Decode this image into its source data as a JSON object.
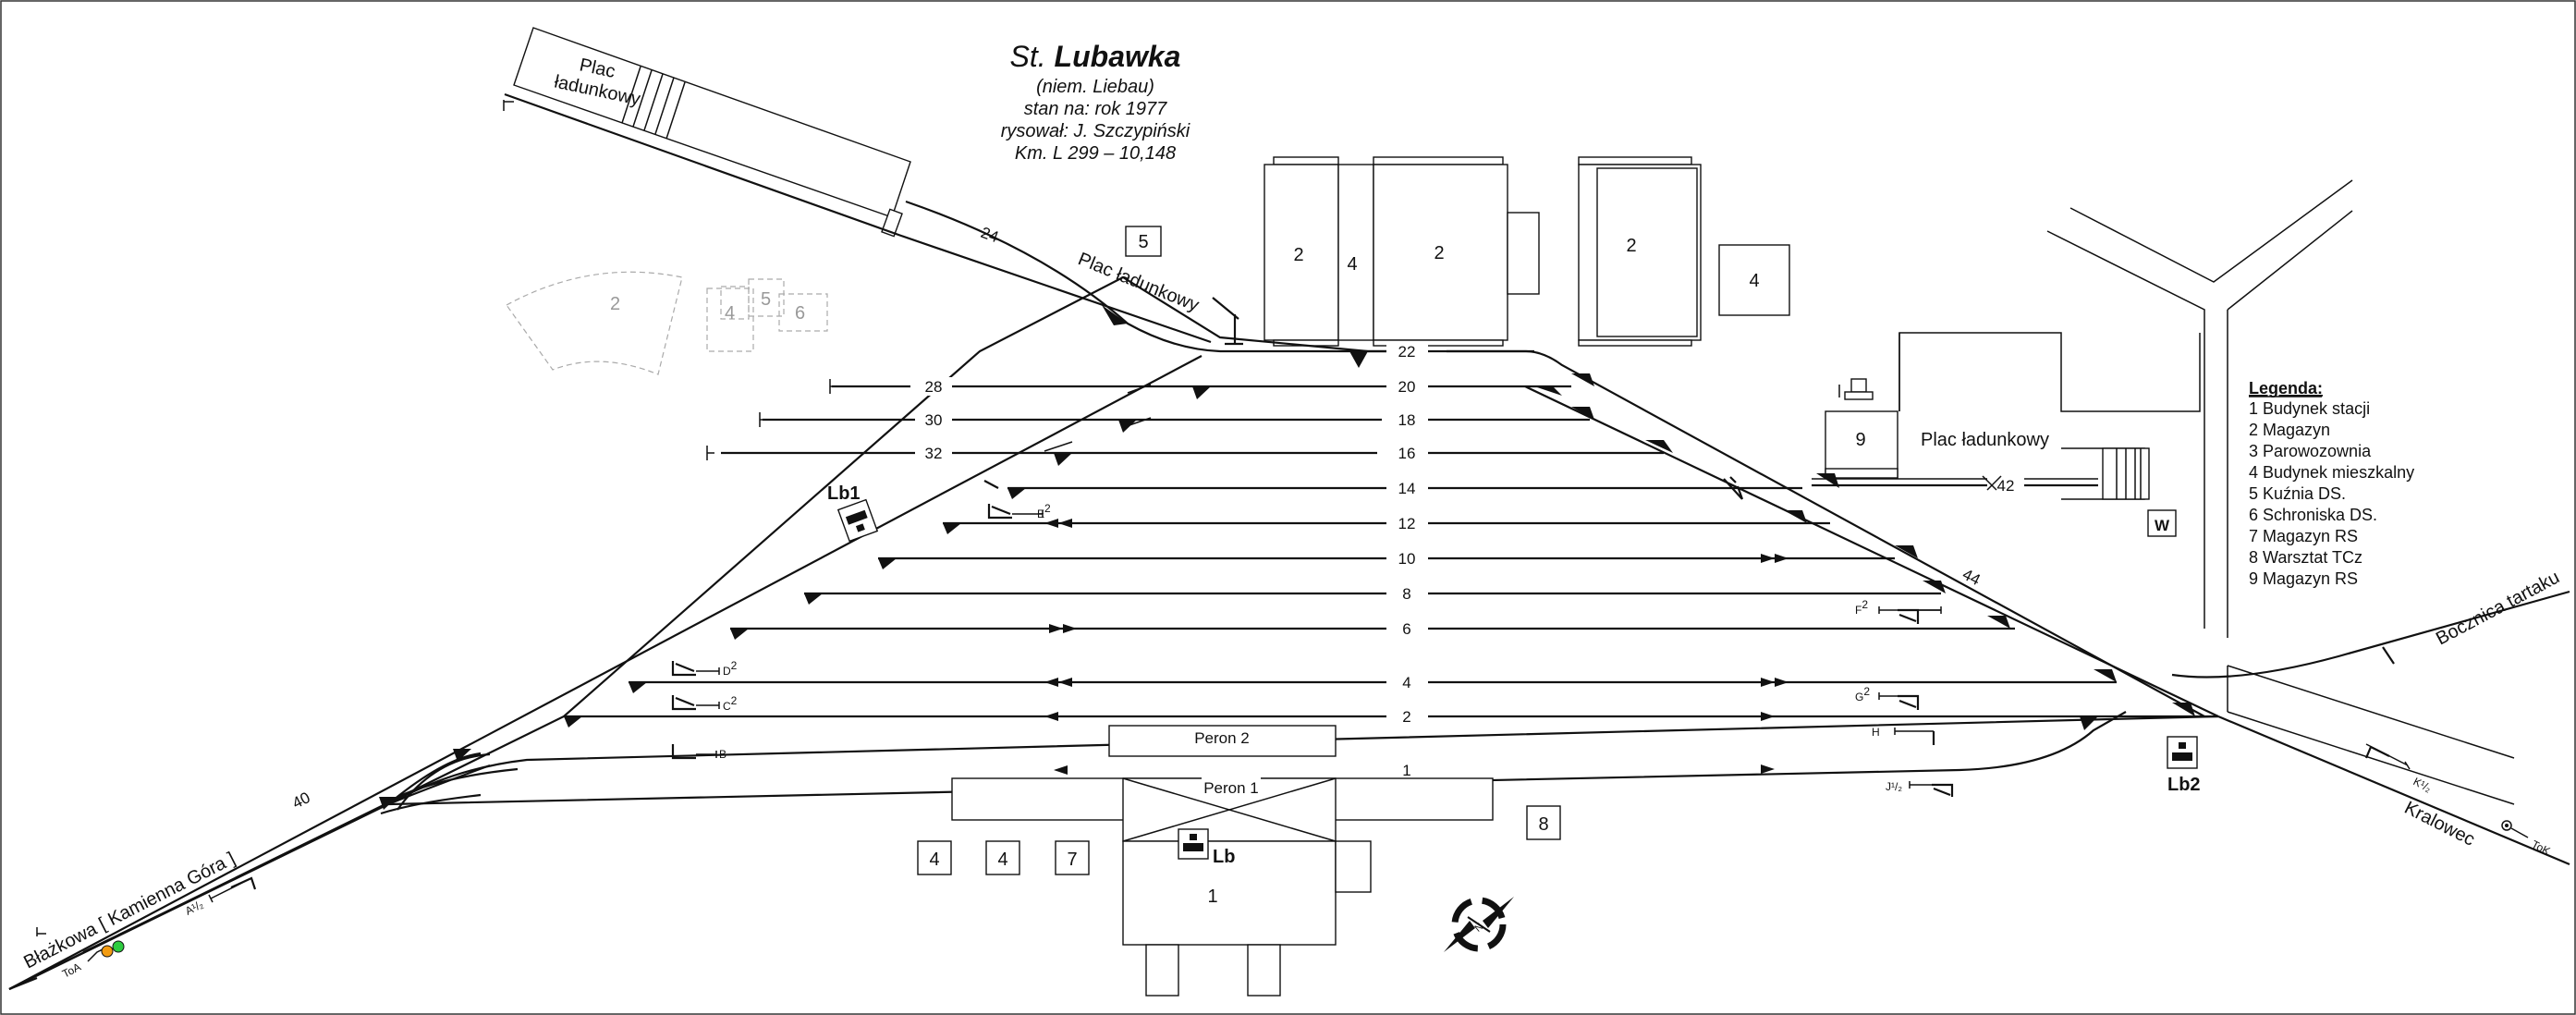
{
  "title": {
    "prefix": "St. ",
    "name": "Lubawka",
    "lines": [
      "(niem. Liebau)",
      "stan na: rok 1977",
      "rysował: J. Szczypiński",
      "Km. L 299 – 10,148"
    ]
  },
  "tracks": {
    "t22": "22",
    "t20": "20",
    "t18": "18",
    "t16": "16",
    "t14": "14",
    "t12": "12",
    "t10": "10",
    "t8": "8",
    "t6": "6",
    "t4": "4",
    "t2": "2",
    "t1": "1",
    "t28": "28",
    "t30": "30",
    "t32": "32",
    "t24": "24",
    "t40": "40",
    "t42": "42",
    "t44": "44"
  },
  "places": {
    "plac_top": [
      "Plac",
      "ładunkowy"
    ],
    "plac_diag": "Plac ładunkowy",
    "plac_right": "Plac ładunkowy",
    "bocznica": "Bocznica tartaku",
    "blazkowa": "Błażkowa [ Kamienna Góra ]",
    "kralowec": "Kralowec",
    "peron1": "Peron 1",
    "peron2": "Peron 2"
  },
  "buildings": {
    "b2a": "2",
    "b4a": "4",
    "b2b": "2",
    "b2c": "2",
    "b4b": "4",
    "b5": "5",
    "b9": "9",
    "b1": "1",
    "b4c": "4",
    "b4d": "4",
    "b7": "7",
    "b8": "8",
    "bw": "W",
    "ghost2": "2",
    "ghost4": "4",
    "ghost5": "5",
    "ghost6": "6"
  },
  "boxes": {
    "lb": "Lb",
    "lb1": "Lb1",
    "lb2": "Lb2"
  },
  "signals": {
    "e": "E",
    "e_sup": "2",
    "d": "D",
    "d_sup": "2",
    "c": "C",
    "c_sup": "2",
    "b": "B",
    "f": "F",
    "f_sup": "2",
    "g": "G",
    "g_sup": "2",
    "h": "H",
    "j": "J¹/₂",
    "a": "A¹/₂",
    "k": "K¹/₂",
    "toa": "ToA",
    "tok": "ToK"
  },
  "legend": {
    "title": "Legenda:",
    "items": [
      "1  Budynek stacji",
      "2  Magazyn",
      "3  Parowozownia",
      "4  Budynek mieszkalny",
      "5  Kuźnia DS.",
      "6  Schroniska DS.",
      "7  Magazyn RS",
      "8  Warsztat TCz",
      "9  Magazyn RS"
    ]
  },
  "colors": {
    "signal_orange": "#f39c12",
    "signal_green": "#2ecc40",
    "line": "#111111"
  }
}
